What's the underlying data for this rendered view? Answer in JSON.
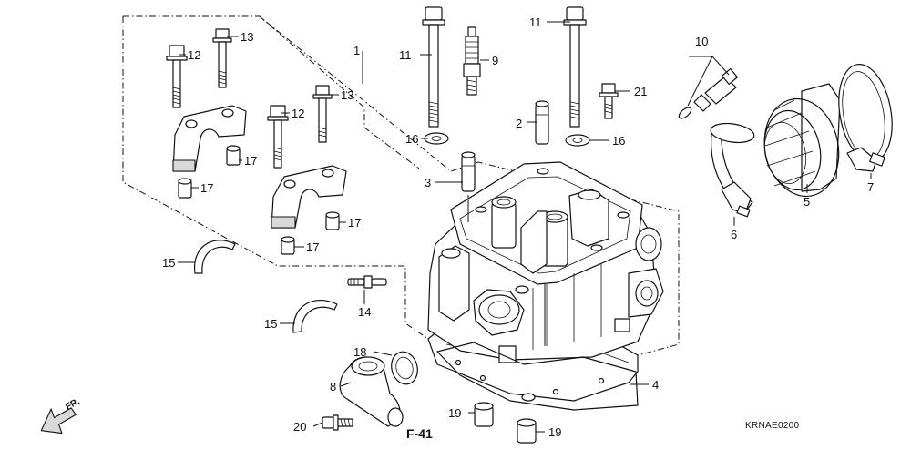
{
  "diagram": {
    "reference_code": "KRNAE0200",
    "front_marker": "FR.",
    "section_ref": "F-41",
    "callouts": [
      {
        "id": "c1",
        "label": "1"
      },
      {
        "id": "c2",
        "label": "2"
      },
      {
        "id": "c3",
        "label": "3"
      },
      {
        "id": "c4",
        "label": "4"
      },
      {
        "id": "c5",
        "label": "5"
      },
      {
        "id": "c6",
        "label": "6"
      },
      {
        "id": "c7",
        "label": "7"
      },
      {
        "id": "c8",
        "label": "8"
      },
      {
        "id": "c9",
        "label": "9"
      },
      {
        "id": "c10",
        "label": "10"
      },
      {
        "id": "c11a",
        "label": "11"
      },
      {
        "id": "c11b",
        "label": "11"
      },
      {
        "id": "c12a",
        "label": "12"
      },
      {
        "id": "c12b",
        "label": "12"
      },
      {
        "id": "c13a",
        "label": "13"
      },
      {
        "id": "c13b",
        "label": "13"
      },
      {
        "id": "c14",
        "label": "14"
      },
      {
        "id": "c15a",
        "label": "15"
      },
      {
        "id": "c15b",
        "label": "15"
      },
      {
        "id": "c16a",
        "label": "16"
      },
      {
        "id": "c16b",
        "label": "16"
      },
      {
        "id": "c17a",
        "label": "17"
      },
      {
        "id": "c17b",
        "label": "17"
      },
      {
        "id": "c17c",
        "label": "17"
      },
      {
        "id": "c17d",
        "label": "17"
      },
      {
        "id": "c18",
        "label": "18"
      },
      {
        "id": "c19a",
        "label": "19"
      },
      {
        "id": "c19b",
        "label": "19"
      },
      {
        "id": "c20",
        "label": "20"
      },
      {
        "id": "c21",
        "label": "21"
      }
    ]
  }
}
